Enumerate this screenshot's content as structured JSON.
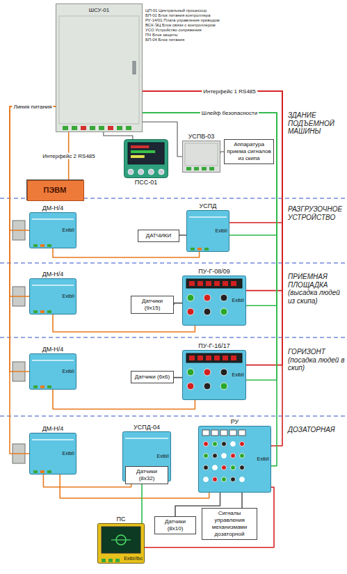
{
  "diagram": {
    "nodes": [
      {
        "text": [
          "ШСУ-01"
        ]
      },
      {
        "text": [
          "ПСС-01"
        ]
      },
      {
        "text": [
          "УСПВ-03"
        ]
      },
      {
        "text": [
          "Аппаратура приема сигналов из скипа"
        ]
      },
      {
        "text": [
          "ПЭВМ"
        ]
      },
      {
        "text": [
          "ДМ-Н/4",
          "ExibII"
        ]
      },
      {
        "text": [
          "ДАТЧИКИ"
        ]
      },
      {
        "text": [
          "УСПД",
          "ExibII"
        ]
      },
      {
        "text": [
          "ДМ-Н/4",
          "ExibII"
        ]
      },
      {
        "text": [
          "Датчики (9х15)"
        ]
      },
      {
        "text": [
          "ПУ-Г-08/09",
          "ExibII"
        ]
      },
      {
        "text": [
          "ДМ-Н/4",
          "ExibII"
        ]
      },
      {
        "text": [
          "Датчики (6х6)"
        ]
      },
      {
        "text": [
          "ПУ-Г-16/17",
          "ExibII"
        ]
      },
      {
        "text": [
          "ДМ-Н/4",
          "ExibII"
        ]
      },
      {
        "text": [
          "УСПД-04",
          "ExibII"
        ]
      },
      {
        "text": [
          "Датчики (8х32)"
        ],
        "in": 15
      },
      {
        "text": [
          "РУ",
          "ExibII"
        ]
      },
      {
        "text": [
          "Датчики (8х10)"
        ]
      },
      {
        "text": [
          "Сигналы управления механизмами дозаторной"
        ]
      },
      {
        "text": [
          "ПС",
          "ExibI/Ibc"
        ]
      }
    ],
    "edges": [
      {
        "from": 0,
        "to": 4,
        "arrow": "none",
        "label": "Интерфейс 2 RS485"
      },
      {
        "from": 0,
        "to": 1,
        "arrow": "none"
      },
      {
        "from": 0,
        "to": 2,
        "arrow": "none"
      },
      {
        "from": 2,
        "to": 3,
        "arrow": "none"
      },
      {
        "from": 0,
        "to": 5,
        "arrow": "none",
        "label": "Линия питания"
      },
      {
        "from": 0,
        "to": 8,
        "arrow": "none"
      },
      {
        "from": 0,
        "to": 11,
        "arrow": "none"
      },
      {
        "from": 0,
        "to": 14,
        "arrow": "none"
      },
      {
        "from": 0,
        "to": 7,
        "arrow": "none",
        "label": "Интерфейс 1 RS485"
      },
      {
        "from": 0,
        "to": 10,
        "arrow": "none"
      },
      {
        "from": 0,
        "to": 13,
        "arrow": "none"
      },
      {
        "from": 0,
        "to": 17,
        "arrow": "none"
      },
      {
        "from": 0,
        "to": 7,
        "arrow": "none",
        "label": "Шлейф безопасности"
      },
      {
        "from": 0,
        "to": 10,
        "arrow": "none"
      },
      {
        "from": 0,
        "to": 13,
        "arrow": "none"
      },
      {
        "from": 0,
        "to": 17,
        "arrow": "none"
      },
      {
        "from": 5,
        "to": 7,
        "arrow": "none"
      },
      {
        "from": 8,
        "to": 10,
        "arrow": "none"
      },
      {
        "from": 11,
        "to": 13,
        "arrow": "none"
      },
      {
        "from": 14,
        "to": 15,
        "arrow": "none"
      },
      {
        "from": 14,
        "to": 17,
        "arrow": "none"
      },
      {
        "from": 6,
        "to": 7,
        "arrow": "none"
      },
      {
        "from": 9,
        "to": 10,
        "arrow": "none"
      },
      {
        "from": 12,
        "to": 13,
        "arrow": "none"
      },
      {
        "from": 18,
        "to": 17,
        "arrow": "none"
      },
      {
        "from": 19,
        "to": 17,
        "arrow": "none"
      },
      {
        "from": 20,
        "to": 15,
        "arrow": "none"
      },
      {
        "from": 20,
        "to": 17,
        "arrow": "none"
      }
    ],
    "labels": [
      "ЦП-01 Центральный процессор",
      "БП-01 Блок питания контроллера",
      "РУ-14/01 Плата управления приводом",
      "ВСК-ЭЦ Блок связи с контроллером",
      "УСО Устройство сопряжения",
      "ПЧ Блок защиты",
      "БП-04 Блок питания",
      "ЗДАНИЕ ПОДЪЕМНОЙ МАШИНЫ",
      "РАЗГРУЗОЧНОЕ УСТРОЙСТВО",
      "ПРИЕМНАЯ ПЛОЩАДКА (высадка людей из скипа)",
      "ГОРИЗОНТ (посадка людей в скип)",
      "ДОЗАТОРНАЯ"
    ]
  }
}
